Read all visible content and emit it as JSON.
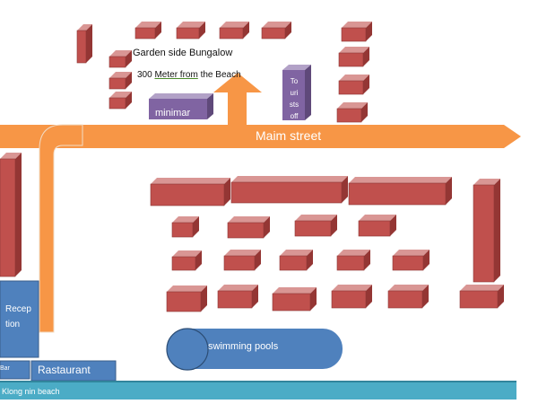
{
  "title": "Garden side Bungalow",
  "distance": {
    "number": "300",
    "unit_words": "Meter  from",
    "rest": "the Beach"
  },
  "street": "Maim street",
  "minimart": "minimar",
  "tourist": "To uri sts off",
  "reception": "Recep tion",
  "pool": "swimming pools",
  "bar": "Bar",
  "restaurant": "Rastaurant",
  "beach": "Klong nin beach",
  "colors": {
    "bungalow_front": "#c0504d",
    "bungalow_top": "#d99694",
    "bungalow_side": "#943634",
    "street": "#f79646",
    "minimart": "#8064a2",
    "building_blue": "#4f81bd",
    "beach": "#4bacc6"
  },
  "icons": [
    "arrow-right-icon",
    "arrow-up-icon"
  ]
}
